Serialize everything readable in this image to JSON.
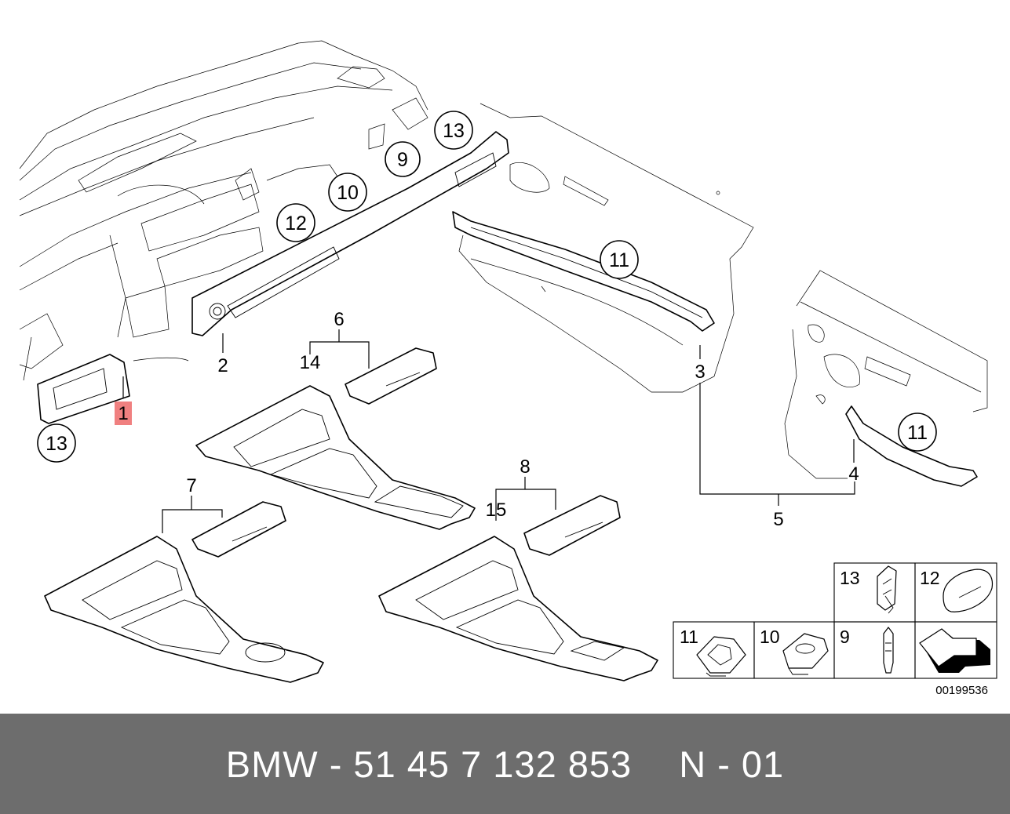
{
  "callouts": {
    "c1": "1",
    "c2": "2",
    "c3": "3",
    "c4": "4",
    "c5": "5",
    "c6": "6",
    "c7": "7",
    "c8": "8",
    "c14": "14",
    "c15": "15"
  },
  "circles": {
    "c13a": "13",
    "c9": "9",
    "c10": "10",
    "c12": "12",
    "c11a": "11",
    "c11b": "11",
    "c13b": "13"
  },
  "legend": {
    "l13": "13",
    "l12": "12",
    "l11": "11",
    "l10": "10",
    "l9": "9"
  },
  "doc_number": "00199536",
  "highlight_color": "#f08080",
  "footer": {
    "part_number": "BMW - 51 45 7 132 853",
    "position": "N - 01"
  }
}
